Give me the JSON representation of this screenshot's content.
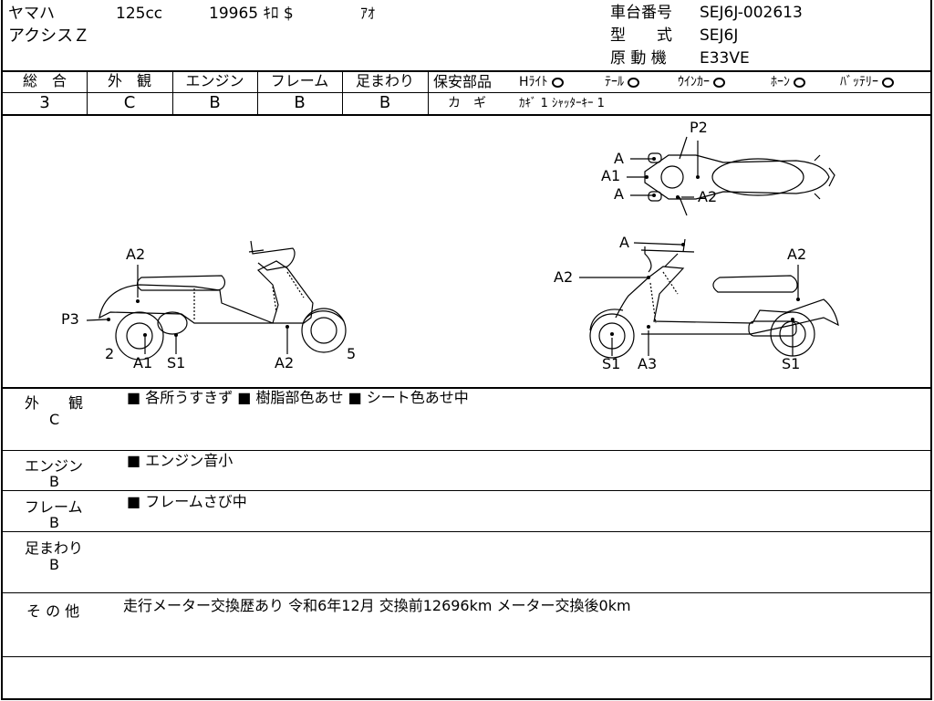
{
  "header": {
    "maker": "ヤマハ",
    "displacement": "125cc",
    "mileage": "19965 ｷﾛ $",
    "color": "ｱｵ",
    "model_name": "アクシスＺ",
    "frame_no_label": "車台番号",
    "frame_no": "SEJ6J-002613",
    "type_label": "型　　式",
    "type_value": "SEJ6J",
    "engine_label": "原 動 機",
    "engine_value": "E33VE"
  },
  "grades": [
    {
      "label": "総　合",
      "value": "3"
    },
    {
      "label": "外　観",
      "value": "C"
    },
    {
      "label": "エンジン",
      "value": "B"
    },
    {
      "label": "フレーム",
      "value": "B"
    },
    {
      "label": "足まわり",
      "value": "B"
    }
  ],
  "safety": {
    "label": "保安部品",
    "items": [
      "Hﾗｲﾄ",
      "ﾃｰﾙ",
      "ｳｲﾝｶｰ",
      "ﾎｰﾝ",
      "ﾊﾞｯﾃﾘｰ"
    ],
    "keys_label": "カ　ギ",
    "keys_value": "ｶｷﾞ 1  ｼｬｯﾀｰｷｰ 1"
  },
  "diagram_labels": {
    "top": [
      "P2",
      "A",
      "A1",
      "A",
      "A2"
    ],
    "left": [
      "A2",
      "P3",
      "2",
      "A1",
      "S1",
      "A2",
      "5"
    ],
    "right": [
      "A",
      "A2",
      "A2",
      "S1",
      "A3",
      "S1"
    ]
  },
  "remarks": [
    {
      "label": "外　　観",
      "grade": "C",
      "text": "■ 各所うすきず ■ 樹脂部色あせ ■ シート色あせ中"
    },
    {
      "label": "エンジン",
      "grade": "B",
      "text": "■ エンジン音小"
    },
    {
      "label": "フレーム",
      "grade": "B",
      "text": "■ フレームさび中"
    },
    {
      "label": "足まわり",
      "grade": "B",
      "text": ""
    },
    {
      "label": "そ の 他",
      "grade": "",
      "text": "走行メーター交換歴あり 令和6年12月 交換前12696km メーター交換後0km"
    }
  ]
}
